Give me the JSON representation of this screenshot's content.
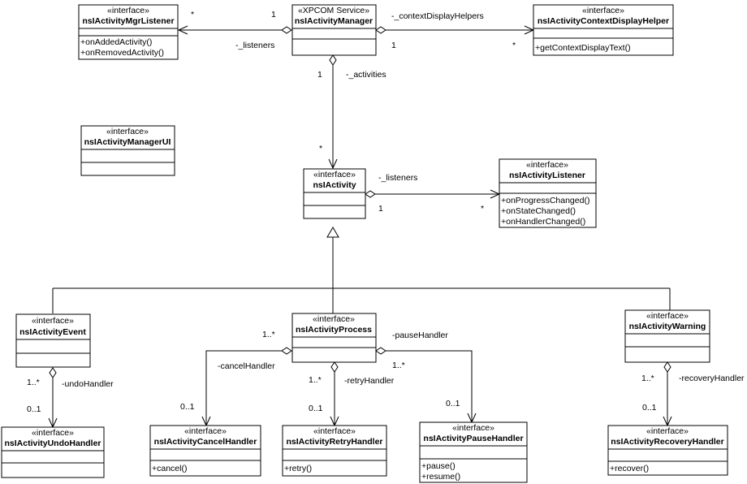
{
  "classes": {
    "mgr_listener": {
      "stereotype": "«interface»",
      "name": "nsIActivityMgrListener",
      "ops": [
        "+onAddedActivity()",
        "+onRemovedActivity()"
      ]
    },
    "manager": {
      "stereotype": "«XPCOM Service»",
      "name": "nsIActivityManager",
      "ops": []
    },
    "ctx_helper": {
      "stereotype": "«interface»",
      "name": "nsIActivityContextDisplayHelper",
      "ops": [
        "+getContextDisplayText()"
      ]
    },
    "manager_ui": {
      "stereotype": "«interface»",
      "name": "nsIActivityManagerUI",
      "ops": []
    },
    "activity": {
      "stereotype": "«interface»",
      "name": "nsIActivity",
      "ops": []
    },
    "activity_listener": {
      "stereotype": "«interface»",
      "name": "nsIActivityListener",
      "ops": [
        "+onProgressChanged()",
        "+onStateChanged()",
        "+onHandlerChanged()"
      ]
    },
    "event": {
      "stereotype": "«interface»",
      "name": "nsIActivityEvent",
      "ops": []
    },
    "process": {
      "stereotype": "«interface»",
      "name": "nsIActivityProcess",
      "ops": []
    },
    "warning": {
      "stereotype": "«interface»",
      "name": "nsIActivityWarning",
      "ops": []
    },
    "undo": {
      "stereotype": "«interface»",
      "name": "nsIActivityUndoHandler",
      "ops": []
    },
    "cancel": {
      "stereotype": "«interface»",
      "name": "nsIActivityCancelHandler",
      "ops": [
        "+cancel()"
      ]
    },
    "retry": {
      "stereotype": "«interface»",
      "name": "nsIActivityRetryHandler",
      "ops": [
        "+retry()"
      ]
    },
    "pause": {
      "stereotype": "«interface»",
      "name": "nsIActivityPauseHandler",
      "ops": [
        "+pause()",
        "+resume()"
      ]
    },
    "recovery": {
      "stereotype": "«interface»",
      "name": "nsIActivityRecoveryHandler",
      "ops": [
        "+recover()"
      ]
    }
  },
  "associations": {
    "mgr_listeners": {
      "role": "-_listeners",
      "source_mult": "1",
      "target_mult": "*"
    },
    "ctx_helpers": {
      "role": "-_contextDisplayHelpers",
      "source_mult": "1",
      "target_mult": "*"
    },
    "activities": {
      "role": "-_activities",
      "source_mult": "1",
      "target_mult": "*"
    },
    "activity_listeners": {
      "role": "-_listeners",
      "source_mult": "1",
      "target_mult": "*"
    },
    "undo": {
      "role": "-undoHandler",
      "source_mult": "1..*",
      "target_mult": "0..1"
    },
    "cancel": {
      "role": "-cancelHandler",
      "source_mult": "1..*",
      "target_mult": "0..1"
    },
    "retry": {
      "role": "-retryHandler",
      "source_mult": "1..*",
      "target_mult": "0..1"
    },
    "pause": {
      "role": "-pauseHandler",
      "source_mult": "1..*",
      "target_mult": "0..1"
    },
    "recovery": {
      "role": "-recoveryHandler",
      "source_mult": "1..*",
      "target_mult": "0..1"
    }
  }
}
